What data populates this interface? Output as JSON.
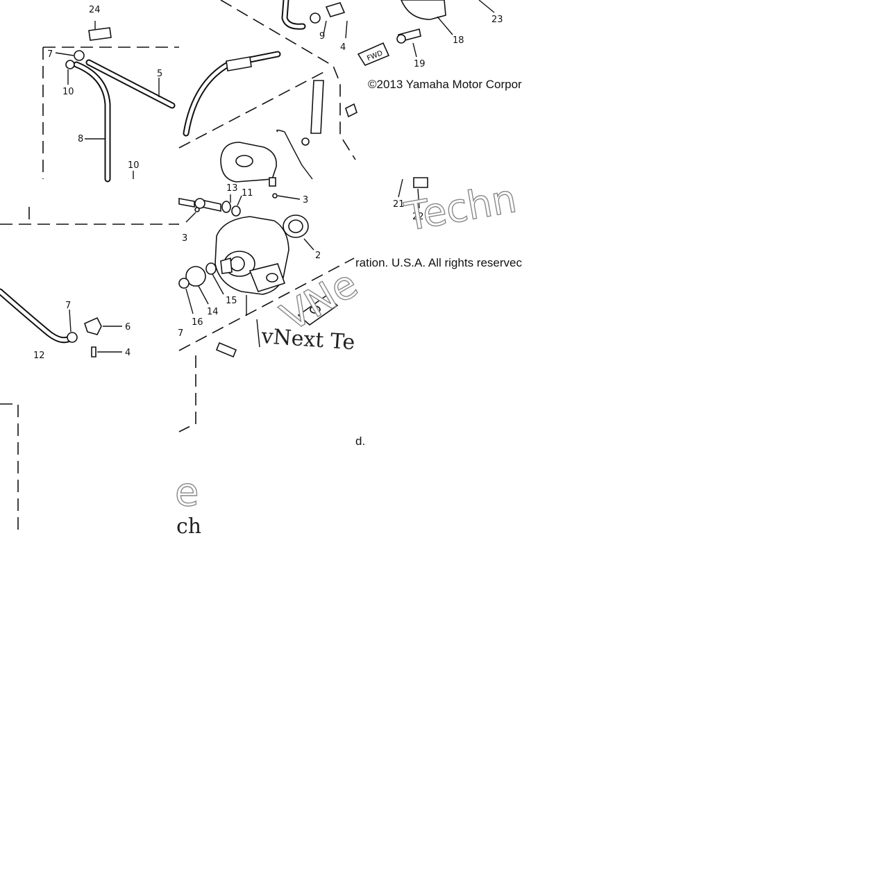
{
  "diagram": {
    "copyright_top": "©2013 Yamaha Motor Corpor",
    "copyright_mid": "ration. U.S.A. All rights reservec",
    "copyright_tail": "d.",
    "watermark_a": "Techn",
    "watermark_b": "vNext Te",
    "watermark_c": "VNe",
    "watermark_d": "e",
    "watermark_e": "ch",
    "fwd_arrow_label": "FWD",
    "part_labels": [
      {
        "id": "p24",
        "text": "24"
      },
      {
        "id": "p7a",
        "text": "7"
      },
      {
        "id": "p5",
        "text": "5"
      },
      {
        "id": "p10a",
        "text": "10"
      },
      {
        "id": "p8",
        "text": "8"
      },
      {
        "id": "p10b",
        "text": "10"
      },
      {
        "id": "p9",
        "text": "9"
      },
      {
        "id": "p4a",
        "text": "4"
      },
      {
        "id": "p23a",
        "text": "23"
      },
      {
        "id": "p18",
        "text": "18"
      },
      {
        "id": "p19",
        "text": "19"
      },
      {
        "id": "p13",
        "text": "13"
      },
      {
        "id": "p11",
        "text": "11"
      },
      {
        "id": "p3a",
        "text": "3"
      },
      {
        "id": "p3b",
        "text": "3"
      },
      {
        "id": "p2",
        "text": "2"
      },
      {
        "id": "p14",
        "text": "14"
      },
      {
        "id": "p15",
        "text": "15"
      },
      {
        "id": "p16",
        "text": "16"
      },
      {
        "id": "p7b",
        "text": "7"
      },
      {
        "id": "p6",
        "text": "6"
      },
      {
        "id": "p4b",
        "text": "4"
      },
      {
        "id": "p12",
        "text": "12"
      },
      {
        "id": "p7c",
        "text": "7"
      },
      {
        "id": "p21",
        "text": "21"
      },
      {
        "id": "p22",
        "text": "22"
      }
    ]
  }
}
